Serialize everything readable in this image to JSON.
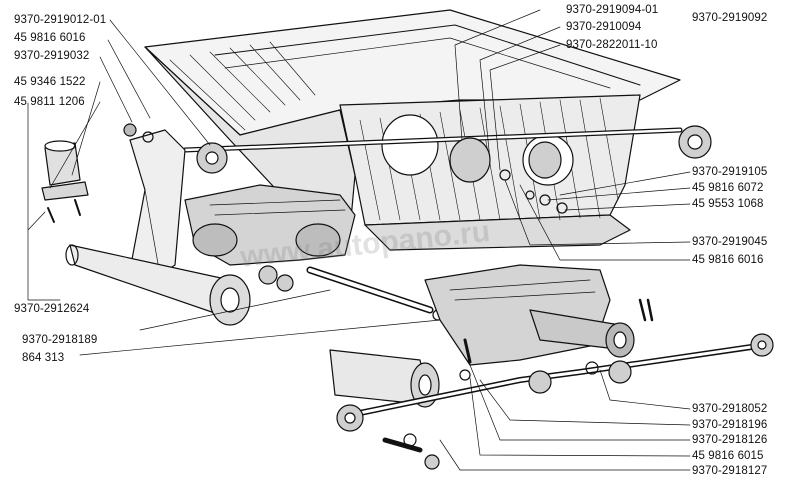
{
  "labels": {
    "l_2919012": "9370-2919012-01",
    "l_6016a": "45 9816 6016",
    "l_2919032": "9370-2919032",
    "l_1522": "45 9346 1522",
    "l_1206": "45 9811 1206",
    "l_2919094": "9370-2919094-01",
    "l_2910094": "9370-2910094",
    "l_2822011": "9370-2822011-10",
    "l_2919092": "9370-2919092",
    "l_2919105": "9370-2919105",
    "l_6072": "45 9816 6072",
    "l_1068": "45 9553 1068",
    "l_2919045": "9370-2919045",
    "l_6016b": "45 9816 6016",
    "l_2912624": "9370-2912624",
    "l_2918189": "9370-2918189",
    "l_864313": "864 313",
    "l_2918052": "9370-2918052",
    "l_2918196": "9370-2918196",
    "l_2918126": "9370-2918126",
    "l_6015": "45 9816 6015",
    "l_2918127": "9370-2918127"
  },
  "watermark": "www.autopano.ru",
  "colors": {
    "ink": "#111111",
    "paper": "#ffffff"
  }
}
